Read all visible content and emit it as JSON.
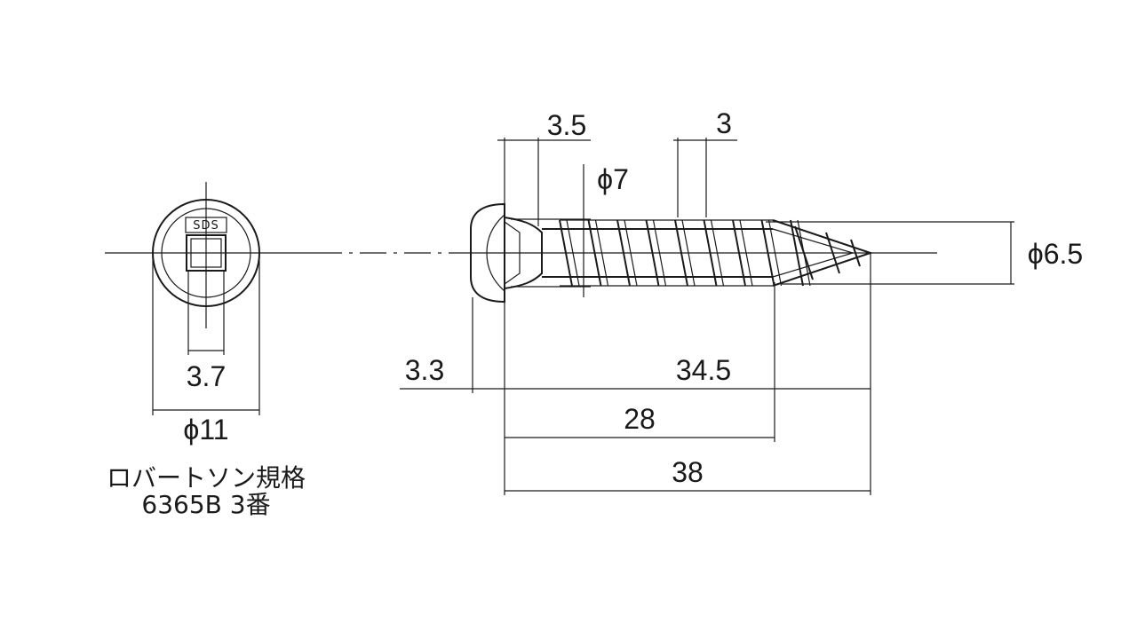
{
  "head_view": {
    "mark": "SDS",
    "socket_width": "3.7",
    "head_diameter": "ϕ11"
  },
  "standard_note": {
    "line1": "ロバートソン規格",
    "line2": "6365B 3番"
  },
  "side_view": {
    "thread_start": "3.5",
    "thread_pitch": "3",
    "neck_diameter": "ϕ7",
    "thread_diameter": "ϕ6.5",
    "head_height": "3.3",
    "under_head_length": "34.5",
    "thread_length": "28",
    "total_length": "38"
  }
}
